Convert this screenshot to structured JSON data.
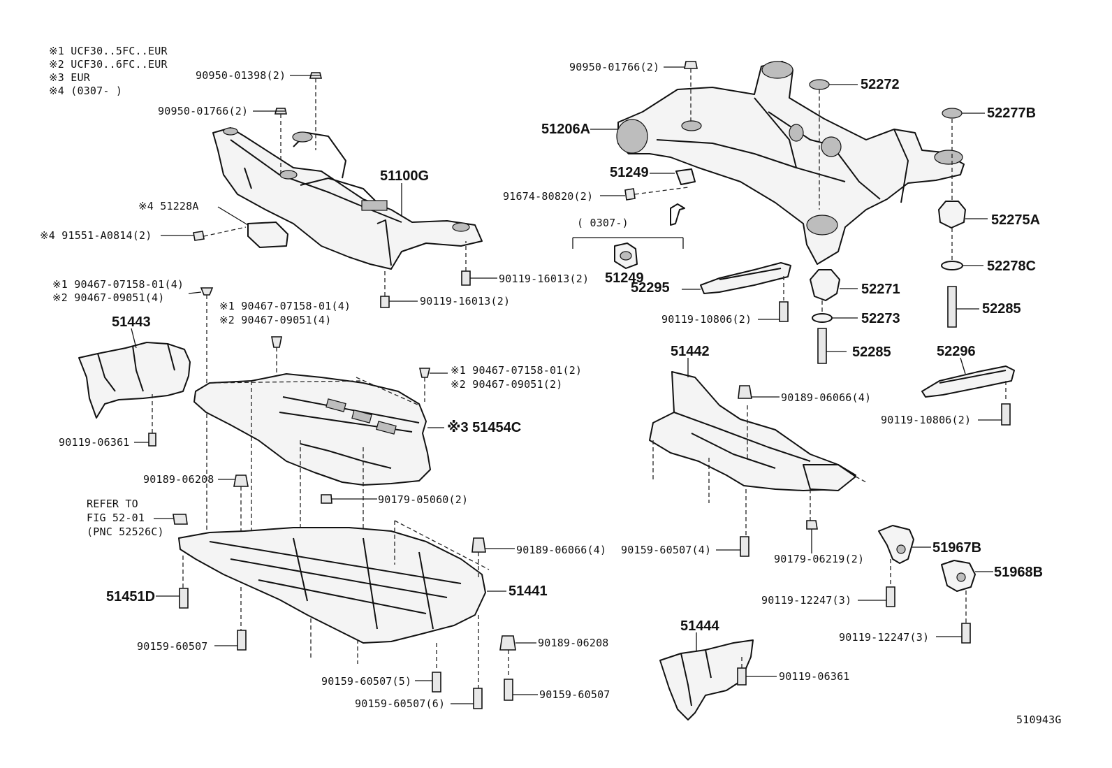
{
  "notes": [
    "※1 UCF30..5FC..EUR",
    "※2 UCF30..6FC..EUR",
    "※3 EUR",
    "※4 (0307-     )"
  ],
  "figure_id": "510943G",
  "labels": {
    "l_90950_01398": "90950-01398(2)",
    "l_90950_01766_a": "90950-01766(2)",
    "l_90950_01766_b": "90950-01766(2)",
    "l_51100G": "51100G",
    "l_51228A": "※4 51228A",
    "l_91551": "※4 91551-A0814(2)",
    "l_90119_16013_a": "90119-16013(2)",
    "l_90119_16013_b": "90119-16013(2)",
    "l_clip_a1": "※1  90467-07158-01(4)",
    "l_clip_a2": "※2  90467-09051(4)",
    "l_clip_b1": "※1  90467-07158-01(4)",
    "l_clip_b2": "※2  90467-09051(4)",
    "l_clip_c1": "※1 90467-07158-01(2)",
    "l_clip_c2": "※2 90467-09051(2)",
    "l_51443": "51443",
    "l_51454C": "※3  51454C",
    "l_90119_06361_a": "90119-06361",
    "l_90189_06208_a": "90189-06208",
    "l_90179_05060": "90179-05060(2)",
    "l_refer1": "REFER TO",
    "l_refer2": "FIG 52-01",
    "l_refer3": "(PNC 52526C)",
    "l_90189_06066_a": "90189-06066(4)",
    "l_51441": "51441",
    "l_51451D": "51451D",
    "l_90159_60507_a": "90159-60507",
    "l_90189_06208_b": "90189-06208",
    "l_90159_60507_5": "90159-60507(5)",
    "l_90159_60507_6": "90159-60507(6)",
    "l_90159_60507_b": "90159-60507",
    "l_51206A": "51206A",
    "l_52272": "52272",
    "l_52277B": "52277B",
    "l_51249_a": "51249",
    "l_91674": "91674-80820(2)",
    "l_0307": "(      0307-)",
    "l_51249_b": "51249",
    "l_52295": "52295",
    "l_52275A": "52275A",
    "l_52278C": "52278C",
    "l_52271": "52271",
    "l_52285_a": "52285",
    "l_90119_10806_a": "90119-10806(2)",
    "l_52273": "52273",
    "l_52285_b": "52285",
    "l_51442": "51442",
    "l_52296": "52296",
    "l_90189_06066_b": "90189-06066(4)",
    "l_90119_10806_b": "90119-10806(2)",
    "l_90159_60507_4": "90159-60507(4)",
    "l_90179_06219": "90179-06219(2)",
    "l_51967B": "51967B",
    "l_51968B": "51968B",
    "l_90119_12247_a": "90119-12247(3)",
    "l_90119_12247_b": "90119-12247(3)",
    "l_51444": "51444",
    "l_90119_06361_b": "90119-06361"
  }
}
